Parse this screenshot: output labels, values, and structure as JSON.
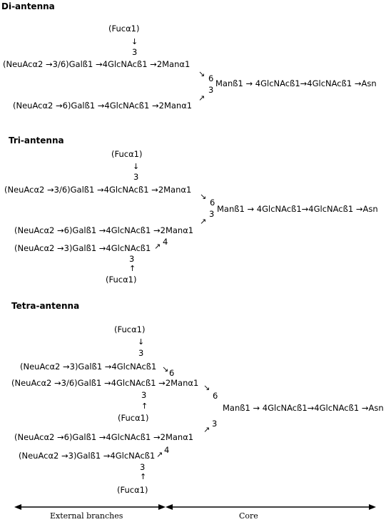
{
  "di": {
    "heading": "Di-antenna",
    "fuc": "(Fucα1)",
    "arrow_down": "↓",
    "num3_top": "3",
    "branch1": "(NeuAcα2 →3/6)Galß1 →4GlcNAcß1 →2Manα1",
    "branch2": "(NeuAcα2 →6)Galß1 →4GlcNAcß1 →2Manα1",
    "arrow_se": "↘",
    "arrow_ne": "↗",
    "num6": "6",
    "num3": "3",
    "core": "Manß1 → 4GlcNAcß1→4GlcNAcß1 →Asn"
  },
  "tri": {
    "heading": "Tri-antenna",
    "fuc_top": "(Fucα1)",
    "arrow_down": "↓",
    "num3_top": "3",
    "branch1": "(NeuAcα2 →3/6)Galß1 →4GlcNAcß1 →2Manα1",
    "branch2": "(NeuAcα2 →6)Galß1 →4GlcNAcß1 →2Manα1",
    "branch3": "(NeuAcα2 →3)Galß1 →4GlcNAcß1",
    "arrow_se": "↘",
    "arrow_ne": "↗",
    "arrow_ne2": "↗",
    "num6": "6",
    "num3": "3",
    "num4": "4",
    "core": "Manß1 → 4GlcNAcß1→4GlcNAcß1 →Asn",
    "num3_bottom": "3",
    "arrow_up": "↑",
    "fuc_bottom": "(Fucα1)"
  },
  "tetra": {
    "heading": "Tetra-antenna",
    "fuc_top": "(Fucα1)",
    "arrow_down": "↓",
    "num3_top": "3",
    "branch1": "(NeuAcα2 →3)Galß1 →4GlcNAcß1",
    "arrow_se1": "↘",
    "num6_inner": "6",
    "branch2": "(NeuAcα2 →3/6)Galß1 →4GlcNAcß1 →2Manα1",
    "arrow_se2": "↘",
    "num3_mid": "3",
    "arrow_up_mid": "↑",
    "fuc_mid": "(Fucα1)",
    "num6_outer": "6",
    "core": "Manß1 → 4GlcNAcß1→4GlcNAcß1 →Asn",
    "arrow_ne": "↗",
    "num3_outer": "3",
    "branch3": "(NeuAcα2 →6)Galß1 →4GlcNAcß1 →2Manα1",
    "branch4": "(NeuAcα2 →3)Galß1 →4GlcNAcß1",
    "arrow_ne2": "↗",
    "num4": "4",
    "num3_bottom": "3",
    "arrow_up_bottom": "↑",
    "fuc_bottom": "(Fucα1)"
  },
  "footer": {
    "external": "External branches",
    "core": "Core"
  }
}
